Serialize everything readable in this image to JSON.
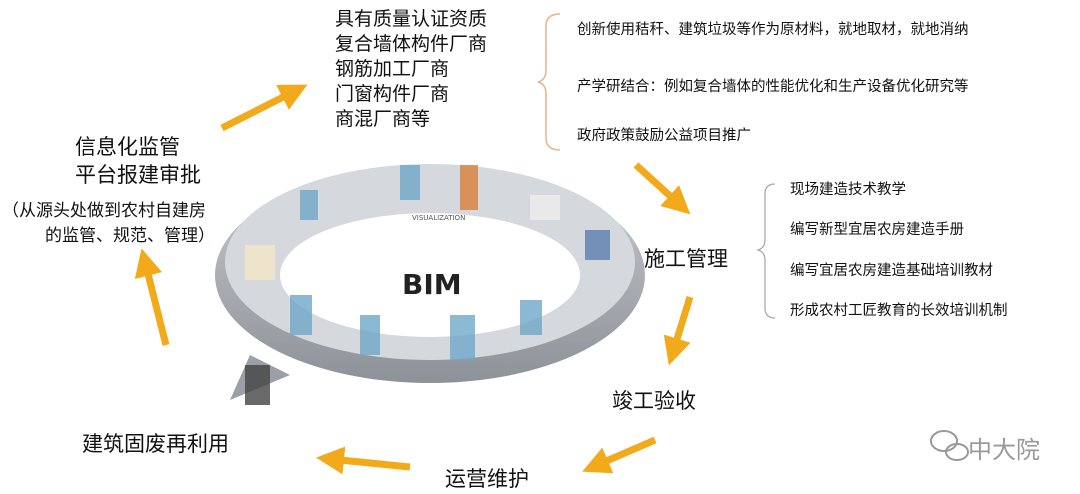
{
  "center_label": "BIM",
  "ring_label": "VISUALIZATION",
  "suppliers": [
    "具有质量认证资质",
    "复合墙体构件厂商",
    "钢筋加工厂商",
    "门窗构件厂商",
    "商混厂商等"
  ],
  "materials_notes": [
    "创新使用秸秆、建筑垃圾等作为原材料，就地取材，就地消纳",
    "产学研结合：例如复合墙体的性能优化和生产设备优化研究等",
    "政府政策鼓励公益项目推广"
  ],
  "construction": {
    "title": "施工管理",
    "notes": [
      "现场建造技术教学",
      "编写新型宜居农房建造手册",
      "编写宜居农房建造基础培训教材",
      "形成农村工匠教育的长效培训机制"
    ]
  },
  "acceptance": "竣工验收",
  "operation": "运营维护",
  "recycling": "建筑固废再利用",
  "supervision": {
    "line1": "信息化监管",
    "line2": "平台报建审批",
    "note1": "（从源头处做到农村自建房",
    "note2": "的监管、规范、管理）"
  },
  "watermark": "中大院",
  "colors": {
    "arrow": "#f2a91a",
    "brace": "#e8b48a",
    "ring": "#a9adb3"
  }
}
